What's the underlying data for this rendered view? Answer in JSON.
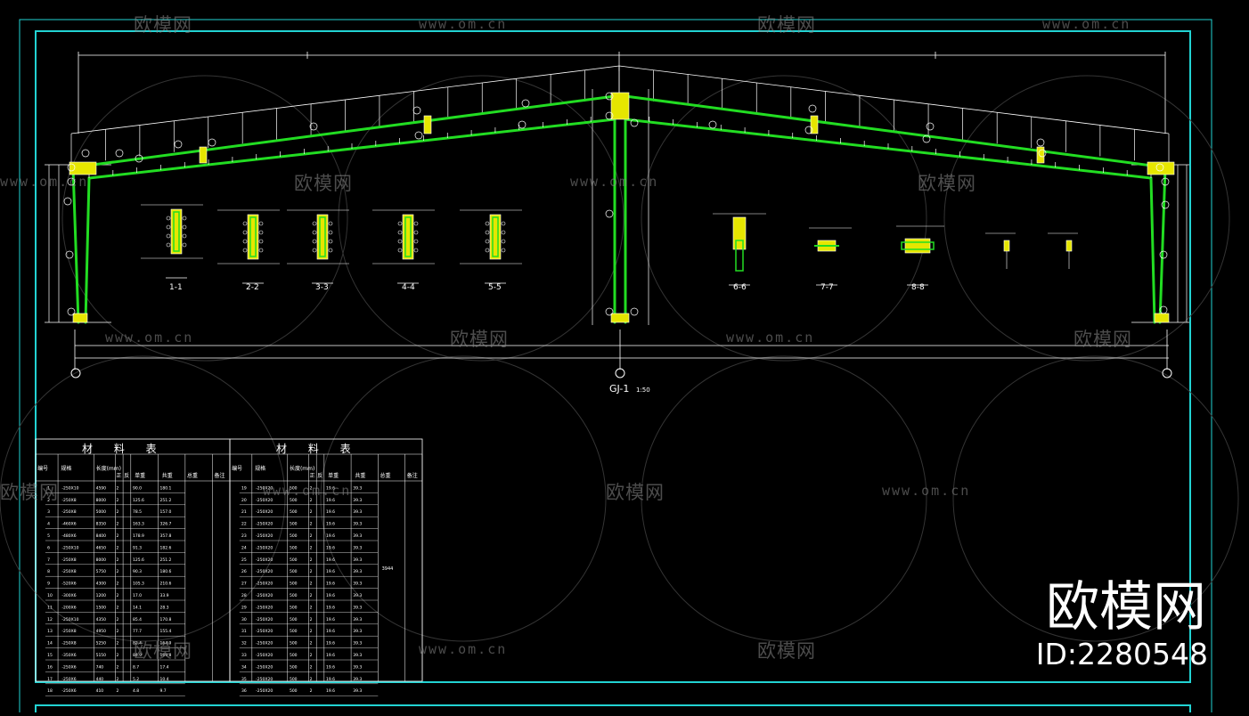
{
  "drawing": {
    "frame_label": "GJ-1",
    "frame_scale": "1:50"
  },
  "sections": [
    {
      "label": "1-1"
    },
    {
      "label": "2-2"
    },
    {
      "label": "3-3"
    },
    {
      "label": "4-4"
    },
    {
      "label": "5-5"
    },
    {
      "label": "6-6"
    },
    {
      "label": "7-7"
    },
    {
      "label": "8-8"
    }
  ],
  "material_tables": [
    {
      "title": "材 料 表",
      "headers": [
        "编号",
        "规格",
        "长度(mm)",
        "正",
        "反",
        "单重",
        "共重",
        "总重",
        "备注"
      ],
      "rows": [
        [
          "1",
          "-250X10",
          "4590",
          "2",
          "",
          "90.0",
          "180.1"
        ],
        [
          "2",
          "-250X8",
          "8000",
          "2",
          "",
          "125.6",
          "251.2"
        ],
        [
          "3",
          "-250X8",
          "5000",
          "2",
          "",
          "78.5",
          "157.0"
        ],
        [
          "4",
          "-460X6",
          "8350",
          "2",
          "",
          "163.3",
          "326.7"
        ],
        [
          "5",
          "-480X6",
          "8400",
          "2",
          "",
          "178.9",
          "357.8"
        ],
        [
          "6",
          "-250X10",
          "4650",
          "2",
          "",
          "91.3",
          "182.6"
        ],
        [
          "7",
          "-250X8",
          "8000",
          "2",
          "",
          "125.6",
          "251.2"
        ],
        [
          "8",
          "-250X8",
          "5750",
          "2",
          "",
          "90.3",
          "180.6"
        ],
        [
          "9",
          "-520X6",
          "4300",
          "2",
          "",
          "105.3",
          "210.6"
        ],
        [
          "10",
          "-300X6",
          "1200",
          "2",
          "",
          "17.0",
          "33.9"
        ],
        [
          "11",
          "-200X6",
          "1500",
          "2",
          "",
          "14.1",
          "28.3"
        ],
        [
          "12",
          "-250X10",
          "4350",
          "2",
          "",
          "85.4",
          "170.8"
        ],
        [
          "13",
          "-250X8",
          "4950",
          "2",
          "",
          "77.7",
          "155.4"
        ],
        [
          "14",
          "-250X8",
          "5250",
          "2",
          "",
          "82.4",
          "164.9"
        ],
        [
          "15",
          "-350X6",
          "5150",
          "2",
          "",
          "84.9",
          "169.8"
        ],
        [
          "16",
          "-250X6",
          "740",
          "2",
          "",
          "8.7",
          "17.4"
        ],
        [
          "17",
          "-250X6",
          "440",
          "2",
          "",
          "5.2",
          "10.4"
        ],
        [
          "18",
          "-250X6",
          "410",
          "2",
          "",
          "4.8",
          "9.7"
        ]
      ]
    },
    {
      "title": "材 料 表",
      "headers": [
        "编号",
        "规格",
        "长度(mm)",
        "正",
        "反",
        "单重",
        "共重",
        "总重",
        "备注"
      ],
      "rows": [
        [
          "19",
          "-250X20",
          "500",
          "2",
          "",
          "19.6",
          "39.3"
        ],
        [
          "20",
          "-250X20",
          "500",
          "2",
          "",
          "19.6",
          "39.3"
        ],
        [
          "21",
          "-250X20",
          "500",
          "2",
          "",
          "19.6",
          "39.3"
        ],
        [
          "22",
          "-250X20",
          "500",
          "2",
          "",
          "19.6",
          "39.3"
        ],
        [
          "23",
          "-250X20",
          "500",
          "2",
          "",
          "19.6",
          "39.3"
        ],
        [
          "24",
          "-250X20",
          "500",
          "2",
          "",
          "19.6",
          "39.3"
        ],
        [
          "25",
          "-250X20",
          "500",
          "2",
          "",
          "19.6",
          "39.3"
        ],
        [
          "26",
          "-250X20",
          "500",
          "2",
          "",
          "19.6",
          "39.3"
        ],
        [
          "27",
          "-250X20",
          "500",
          "2",
          "",
          "19.6",
          "39.3"
        ],
        [
          "28",
          "-250X20",
          "500",
          "2",
          "",
          "19.6",
          "39.3"
        ],
        [
          "29",
          "-250X20",
          "500",
          "2",
          "",
          "19.6",
          "39.3"
        ],
        [
          "30",
          "-250X20",
          "500",
          "2",
          "",
          "19.6",
          "39.3"
        ],
        [
          "31",
          "-250X20",
          "500",
          "2",
          "",
          "19.6",
          "39.3"
        ],
        [
          "32",
          "-250X20",
          "500",
          "2",
          "",
          "19.6",
          "39.3"
        ],
        [
          "33",
          "-250X20",
          "500",
          "2",
          "",
          "19.6",
          "39.3"
        ],
        [
          "34",
          "-250X20",
          "500",
          "2",
          "",
          "19.6",
          "39.3"
        ],
        [
          "35",
          "-250X20",
          "500",
          "2",
          "",
          "19.6",
          "39.3"
        ],
        [
          "36",
          "-250X20",
          "500",
          "2",
          "",
          "19.6",
          "39.3"
        ]
      ],
      "total": "3944"
    }
  ],
  "watermark": {
    "brand_cn": "欧模网",
    "url": "www.om.cn"
  },
  "brand": {
    "name": "欧模网",
    "id_text": "ID:2280548"
  },
  "colors": {
    "background": "#000000",
    "frame_border": "#22d3d3",
    "member": "#22dd22",
    "plate": "#e6e600",
    "line": "#ffffff"
  }
}
